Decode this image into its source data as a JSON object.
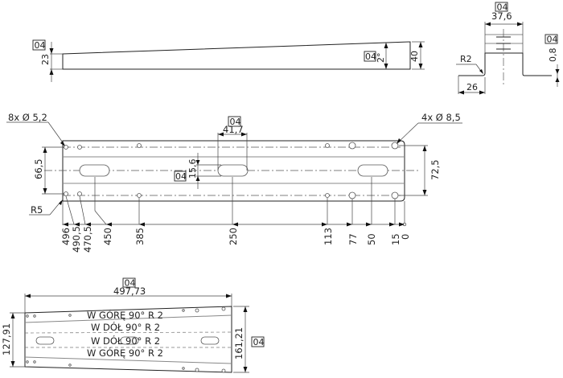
{
  "drawing": {
    "type": "sheet-metal bracket technical drawing",
    "tolerance_tag": "04",
    "side_view": {
      "left_height": "23",
      "right_height": "40",
      "taper_angle": "2°",
      "tolerance_tag": "04"
    },
    "section_view": {
      "top_width": "37,6",
      "flange_width": "26",
      "bend_radius": "R2",
      "thickness": "0,8",
      "tolerance_tag": "04"
    },
    "top_view": {
      "small_holes": "8x Ø 5,2",
      "large_holes": "4x Ø 8,5",
      "corner_radius": "R5",
      "left_hole_spacing": "66,5",
      "right_hole_spacing": "72,5",
      "slot_length": "41,7",
      "slot_width": "15,6",
      "tolerance_tag": "04",
      "baseline_dimensions": [
        "496",
        "490,5",
        "470,5",
        "450",
        "385",
        "250",
        "113",
        "77",
        "50",
        "15",
        "0"
      ]
    },
    "flat_pattern": {
      "overall_length": "497,73",
      "left_width": "127,91",
      "right_width": "161,21",
      "tolerance_tag": "04",
      "bend_notes": [
        "W GÓRĘ 90° R 2",
        "W DÓŁ 90° R 2",
        "W DÓŁ 90° R 2",
        "W GÓRĘ 90° R 2"
      ]
    }
  }
}
